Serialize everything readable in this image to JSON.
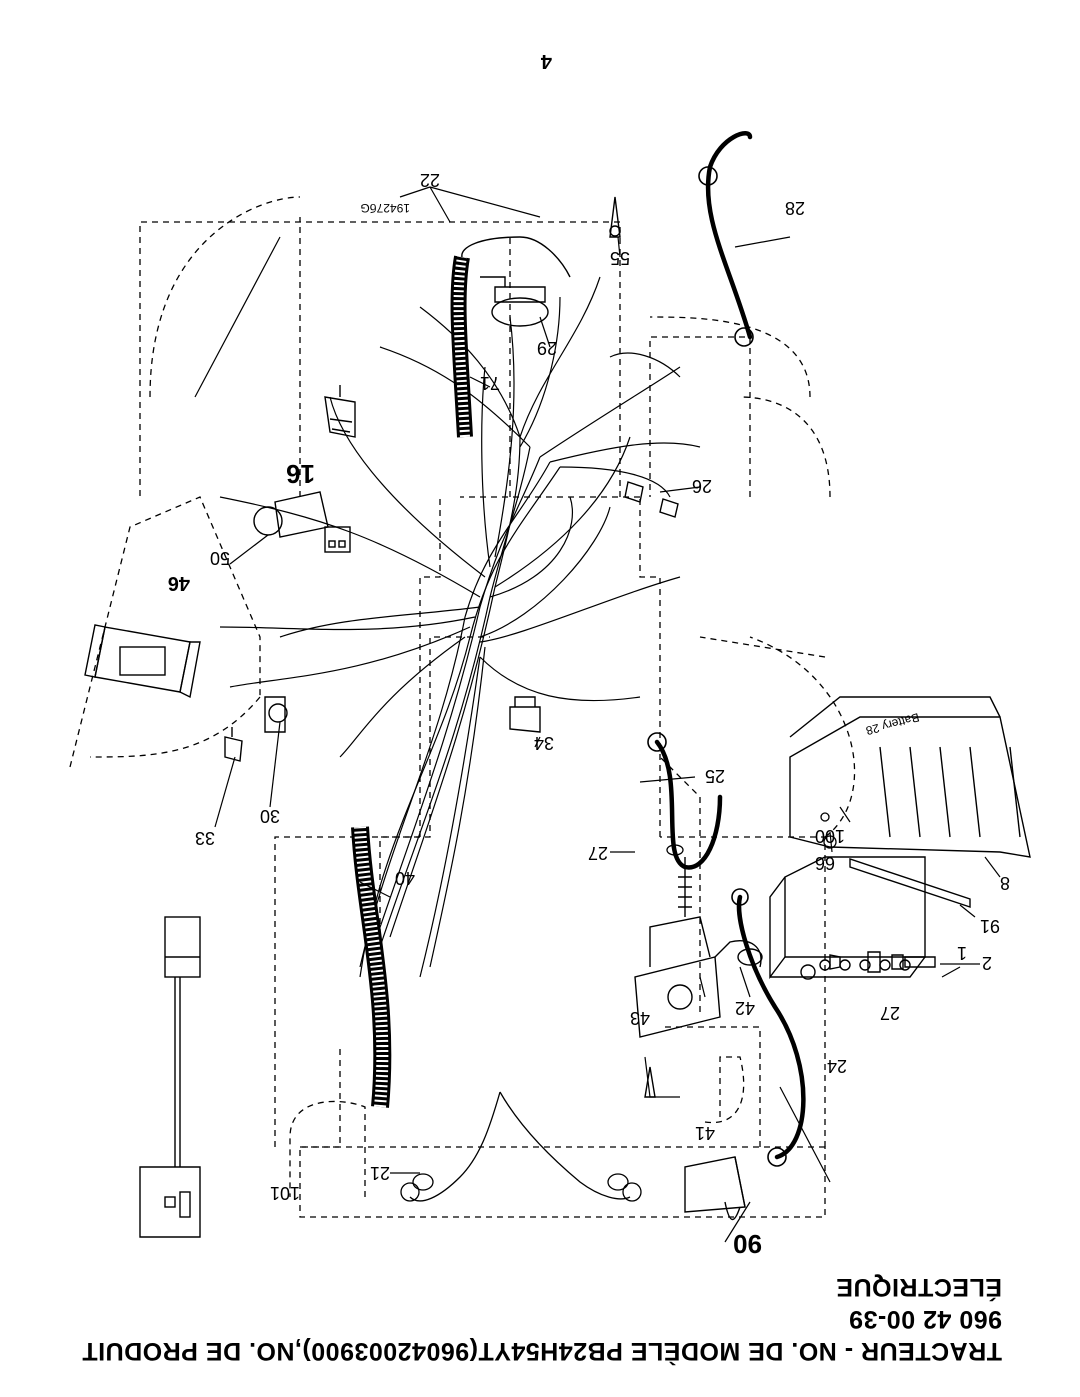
{
  "title_line1": "TRACTEUR - NO. DE MODÈLE PB24H54YT(96042003900),NO. DE PRODUIT 960 42 00-39",
  "title_line2": "ÉLECTRIQUE",
  "page_number": "4",
  "drawing_code": "19427бG",
  "battery_label": "Battery 28",
  "part_labels": {
    "p1": "1",
    "p2": "2",
    "p8": "8",
    "p16": "16",
    "p21": "21",
    "p22": "22",
    "p24": "24",
    "p25": "25",
    "p26": "26",
    "p27a": "27",
    "p27b": "27",
    "p28": "28",
    "p29": "29",
    "p30": "30",
    "p33": "33",
    "p34": "34",
    "p40": "40",
    "p41": "41",
    "p42": "42",
    "p43": "43",
    "p46": "46",
    "p50": "50",
    "p55": "55",
    "p66": "66",
    "p71": "71",
    "p90": "90",
    "p91": "91",
    "p100": "100",
    "p101": "101"
  },
  "colors": {
    "ink": "#000000",
    "paper": "#ffffff"
  }
}
